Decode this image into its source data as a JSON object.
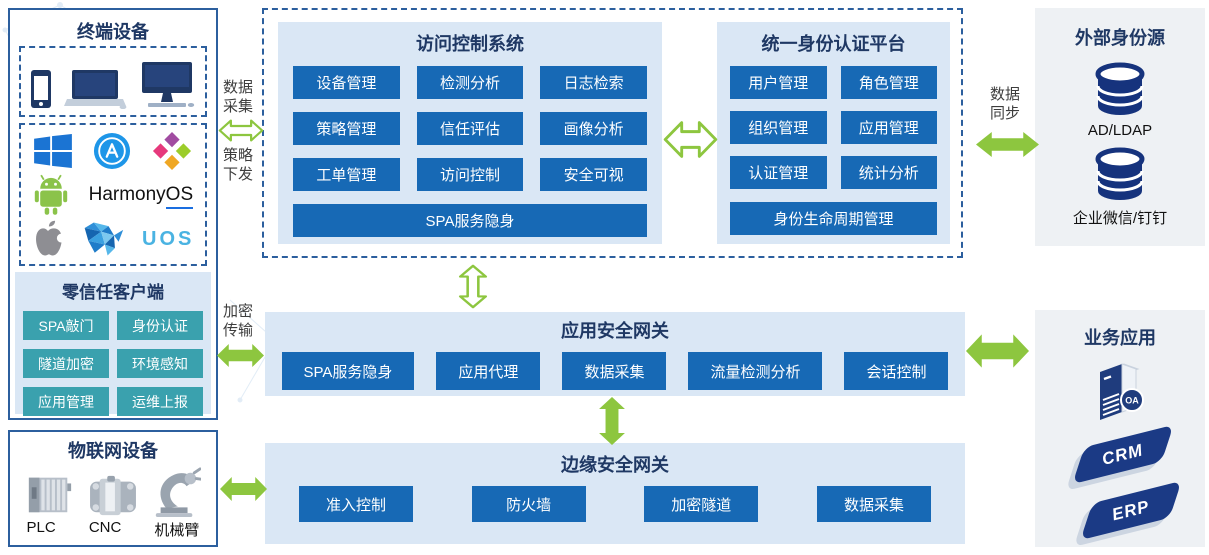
{
  "terminal": {
    "title": "终端设备",
    "os": {
      "harmony": "HarmonyOS",
      "uos": "UOS"
    },
    "client": {
      "title": "零信任客户端",
      "modules": [
        "SPA敲门",
        "身份认证",
        "隧道加密",
        "环境感知",
        "应用管理",
        "运维上报"
      ]
    }
  },
  "iot": {
    "title": "物联网设备",
    "labels": [
      "PLC",
      "CNC",
      "机械臂"
    ]
  },
  "access_control": {
    "title": "访问控制系统",
    "modules": [
      "设备管理",
      "检测分析",
      "日志检索",
      "策略管理",
      "信任评估",
      "画像分析",
      "工单管理",
      "访问控制",
      "安全可视"
    ],
    "wide_module": "SPA服务隐身"
  },
  "identity_platform": {
    "title": "统一身份认证平台",
    "modules": [
      "用户管理",
      "角色管理",
      "组织管理",
      "应用管理",
      "认证管理",
      "统计分析"
    ],
    "wide_module": "身份生命周期管理"
  },
  "external_identity": {
    "title": "外部身份源",
    "sources": [
      "AD/LDAP",
      "企业微信/钉钉"
    ]
  },
  "app_gateway": {
    "title": "应用安全网关",
    "modules": [
      "SPA服务隐身",
      "应用代理",
      "数据采集",
      "流量检测分析",
      "会话控制"
    ]
  },
  "edge_gateway": {
    "title": "边缘安全网关",
    "modules": [
      "准入控制",
      "防火墙",
      "加密隧道",
      "数据采集"
    ]
  },
  "business_apps": {
    "title": "业务应用",
    "apps": [
      "OA",
      "CRM",
      "ERP"
    ]
  },
  "flows": {
    "data_collect": "数据采集",
    "policy_push": "策略下发",
    "encrypted_transfer": "加密传输",
    "data_sync": "数据同步"
  },
  "colors": {
    "module_blue": "#1769b5",
    "panel_blue": "#dae7f5",
    "teal": "#3aa1ae",
    "navy_title": "#1f3864",
    "arrow_green": "#8dc63f",
    "border_blue": "#2c5f9e",
    "db_navy": "#16337d"
  }
}
